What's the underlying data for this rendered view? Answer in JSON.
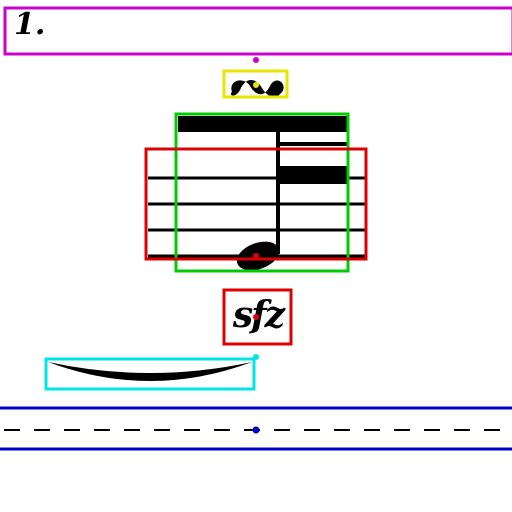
{
  "volta": {
    "label": "1."
  },
  "dynamic": {
    "label": "sfz"
  },
  "ornament": {
    "glyph": "turn"
  },
  "note": {
    "value": "sixteenth",
    "beams": 2
  },
  "annotations": [
    {
      "name": "volta-bracket",
      "color": "#cc00cc"
    },
    {
      "name": "ornament-turn",
      "color": "#e6e600"
    },
    {
      "name": "beamed-note",
      "color": "#00cc00"
    },
    {
      "name": "staff-lines",
      "color": "#dd0000"
    },
    {
      "name": "dynamic-sfz",
      "color": "#dd0000"
    },
    {
      "name": "slur",
      "color": "#00e5e5"
    },
    {
      "name": "dashed-line",
      "color": "#0000cc"
    }
  ]
}
